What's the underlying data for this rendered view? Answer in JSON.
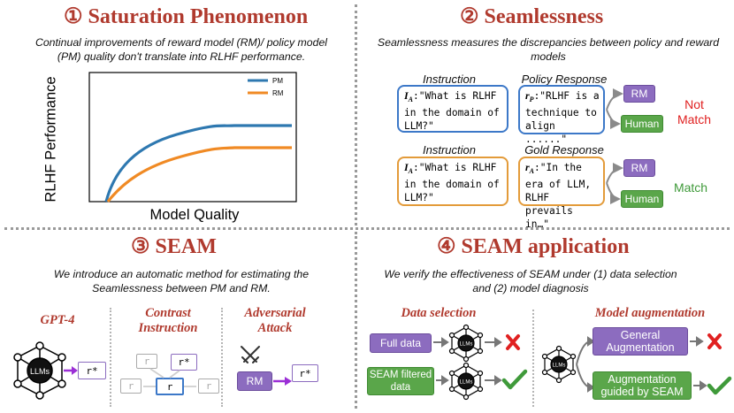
{
  "panel1": {
    "title": "① Saturation Phenomenon",
    "desc": "Continual improvements of reward model (RM)/ policy model (PM) quality don't translate into RLHF performance.",
    "chart": {
      "ylabel": "RLHF Performance",
      "xlabel": "Model Quality",
      "legend": [
        "PM",
        "RM"
      ]
    }
  },
  "panel2": {
    "title": "② Seamlessness",
    "desc": "Seamlessness measures the discrepancies between policy and reward models",
    "row1": {
      "col1": "Instruction",
      "col2": "Policy Response",
      "instruction_id": "I",
      "instruction_sub": "A",
      "instruction_text": ":\"What is RLHF in the domain of LLM?\"",
      "response_id": "r",
      "response_sub": "P",
      "response_text": ":\"RLHF is a technique to align ......\"",
      "rm": "RM",
      "human": "Human",
      "result": "Not Match"
    },
    "row2": {
      "col1": "Instruction",
      "col2": "Gold Response",
      "instruction_id": "I",
      "instruction_sub": "A",
      "instruction_text": ":\"What is RLHF in the domain of LLM?\"",
      "response_id": "r",
      "response_sub": "A",
      "response_text": ":\"In the era of LLM, RLHF prevails in…\"",
      "rm": "RM",
      "human": "Human",
      "result": "Match"
    }
  },
  "panel3": {
    "title": "③ SEAM",
    "desc": "We introduce an automatic method for estimating the Seamlessness between PM and RM.",
    "gpt4": "GPT-4",
    "llms": "LLMs",
    "rstar": "r*",
    "contrast": "Contrast Instruction",
    "r": "r",
    "adversarial": "Adversarial Attack",
    "rm": "RM"
  },
  "panel4": {
    "title": "④ SEAM application",
    "desc": "We verify the effectiveness of SEAM under (1) data selection and (2) model diagnosis",
    "data_selection": "Data selection",
    "full_data": "Full data",
    "seam_filtered": "SEAM filtered data",
    "llms": "LLMs",
    "model_aug": "Model augmentation",
    "general_aug": "General Augmentation",
    "seam_aug": "Augmentation guided by SEAM"
  },
  "colors": {
    "title_red": "#b03a2e",
    "pm_blue": "#2e78b0",
    "rm_orange": "#f08a24",
    "rm_purple": "#8c6cbf",
    "human_green": "#5aa64a",
    "match_green": "#3f9a3a",
    "not_match_red": "#e02020"
  }
}
